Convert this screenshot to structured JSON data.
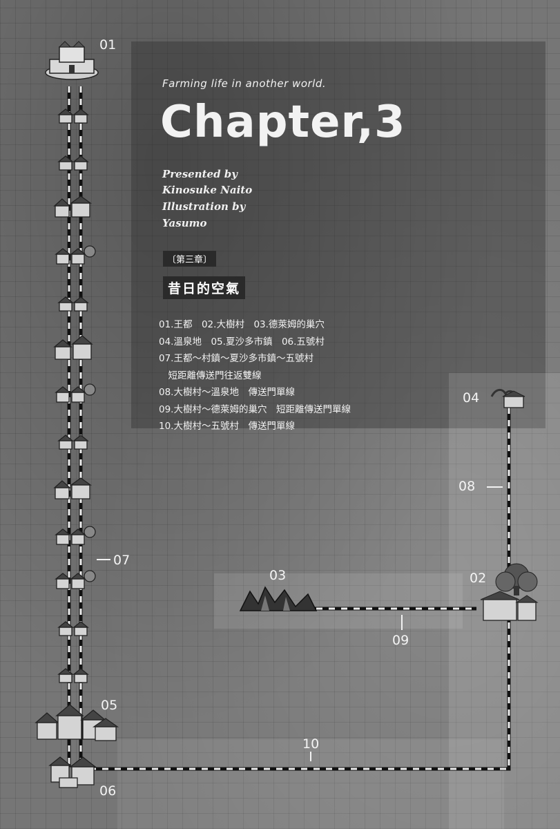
{
  "subtitle": "Farming life in another world.",
  "chapter_title": "Chapter,3",
  "credits": [
    "Presented by",
    "Kinosuke Naito",
    "Illustration by",
    "Yasumo"
  ],
  "chapter_label": "〔第三章〕",
  "chapter_name": "昔日的空氣",
  "legend": [
    "01.王都　02.大樹村　03.德萊姆的巢穴",
    "04.溫泉地　05.夏沙多市鎮　06.五號村",
    "07.王都～村鎮～夏沙多市鎮～五號村",
    "　短距離傳送門往返雙線",
    "08.大樹村～溫泉地　傳送門單線",
    "09.大樹村～德萊姆的巢穴　短距離傳送門單線",
    "10.大樹村～五號村　傳送門單線"
  ],
  "map_labels": {
    "n01": "01",
    "n02": "02",
    "n03": "03",
    "n04": "04",
    "n05": "05",
    "n06": "06",
    "n07": "07",
    "n08": "08",
    "n09": "09",
    "n10": "10"
  }
}
